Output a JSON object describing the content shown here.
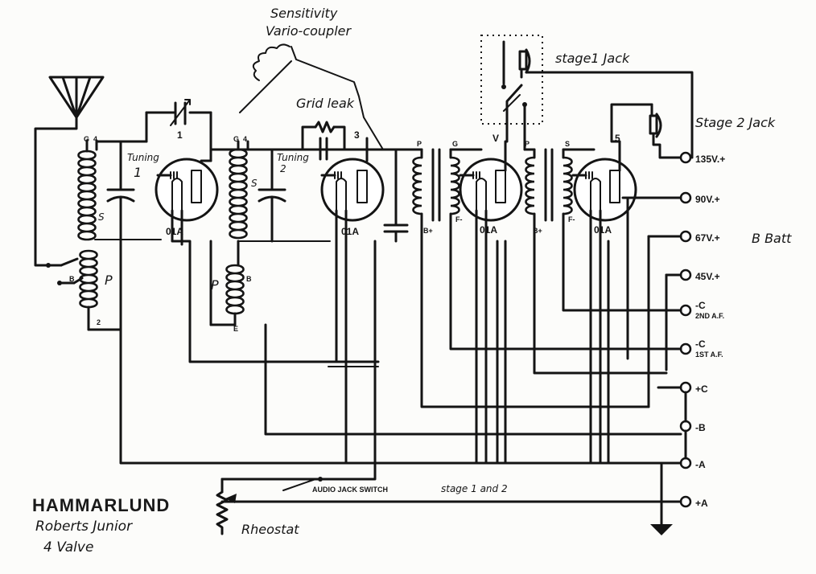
{
  "title": {
    "brand": "HAMMARLUND",
    "model": "Roberts Junior",
    "valves": "4 Valve"
  },
  "annotations": {
    "sensitivity_line1": "Sensitivity",
    "sensitivity_line2": "Vario-coupler",
    "grid_leak": "Grid leak",
    "stage1_jack": "stage1 Jack",
    "stage2_jack": "Stage 2 Jack",
    "b_batt": "B Batt",
    "audio_switch": "AUDIO JACK SWITCH",
    "audio_switch_stage": "stage 1 and 2",
    "rheostat": "Rheostat",
    "tuning1_a": "Tuning",
    "tuning1_b": "1",
    "tuning2_a": "Tuning",
    "tuning2_b": "2"
  },
  "tubes": [
    {
      "label": "01A",
      "pin": "1"
    },
    {
      "label": "01A",
      "pin": "3"
    },
    {
      "label": "01A",
      "pin": "V"
    },
    {
      "label": "01A",
      "pin": "5"
    }
  ],
  "coil_labels": {
    "c1_g": "G",
    "c1_4": "4",
    "c1_s": "S",
    "c1_p": "P",
    "c1_b": "B",
    "c1_2": "2",
    "c2_g": "G",
    "c2_4": "4",
    "c2_s": "S",
    "c2_p": "P",
    "c2_b": "B",
    "c2_e": "E",
    "t1_p": "P",
    "t1_g": "G",
    "t1_bplus": "B+",
    "t1_fminus": "F-",
    "t2_p": "P",
    "t2_s": "S",
    "t2_bplus": "B+",
    "t2_fminus": "F-"
  },
  "terminals": [
    {
      "label": "135V.+"
    },
    {
      "label": "90V.+"
    },
    {
      "label": "67V.+"
    },
    {
      "label": "45V.+"
    },
    {
      "label": "-C",
      "sub": "2ND A.F."
    },
    {
      "label": "-C",
      "sub": "1ST A.F."
    },
    {
      "label": "+C"
    },
    {
      "label": "-B"
    },
    {
      "label": "-A"
    },
    {
      "label": "+A"
    }
  ]
}
